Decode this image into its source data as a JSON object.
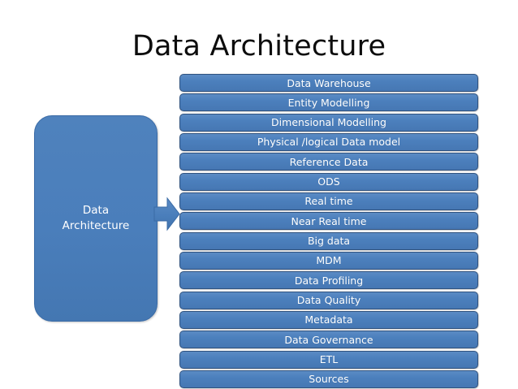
{
  "slide": {
    "title": "Data Architecture",
    "accent_color": "#4a7ebb",
    "border_color": "#2f527f",
    "title_color": "#0d0d0d",
    "label_color": "#ffffff",
    "background_color": "#ffffff"
  },
  "source": {
    "label": "Data\nArchitecture"
  },
  "arrow": {
    "icon": "arrow-right-icon",
    "direction": "right",
    "color": "#4a7ebb"
  },
  "components": [
    {
      "label": "Data Warehouse"
    },
    {
      "label": "Entity Modelling"
    },
    {
      "label": "Dimensional Modelling"
    },
    {
      "label": "Physical /logical Data model"
    },
    {
      "label": "Reference Data"
    },
    {
      "label": "ODS"
    },
    {
      "label": "Real time"
    },
    {
      "label": "Near Real time"
    },
    {
      "label": "Big data"
    },
    {
      "label": "MDM"
    },
    {
      "label": "Data Profiling"
    },
    {
      "label": "Data Quality"
    },
    {
      "label": "Metadata"
    },
    {
      "label": "Data Governance"
    },
    {
      "label": "ETL"
    },
    {
      "label": "Sources"
    }
  ]
}
